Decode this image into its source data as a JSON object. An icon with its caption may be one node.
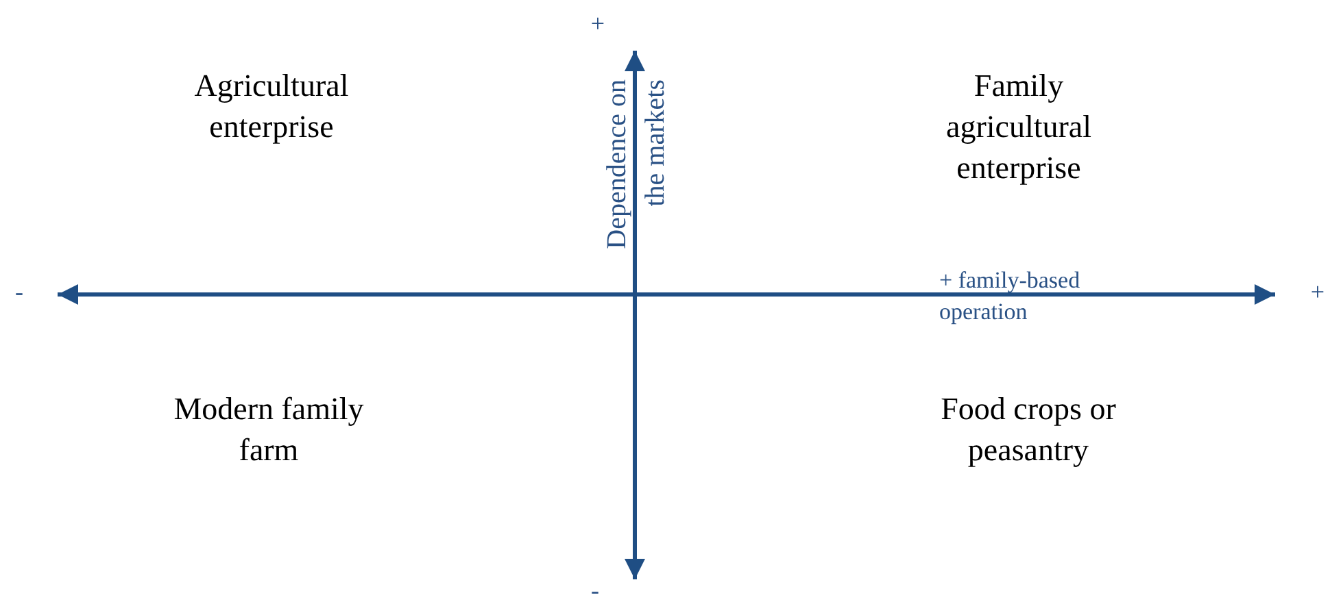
{
  "diagram": {
    "labels": [
      "+",
      "Agricultural enterprise",
      "Family agricultural enterprise",
      "Dependence on the markets",
      "-",
      "+ family-based operation",
      "+",
      "Modern family farm",
      "Food crops or peasantry",
      "-"
    ]
  }
}
